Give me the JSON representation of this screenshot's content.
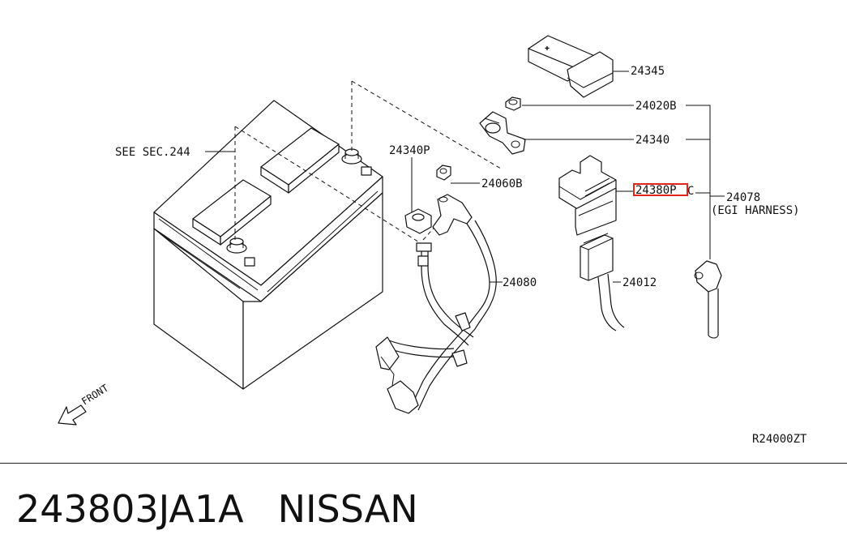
{
  "diagram": {
    "labels": {
      "see_sec": "SEE SEC.244",
      "p24340P": "24340P",
      "p24060B": "24060B",
      "p24345": "24345",
      "p24020B": "24020B",
      "p24340": "24340",
      "p24380P": "24380P",
      "p24380P_suffix": "C",
      "p24078": "24078",
      "egi_harness": "(EGI HARNESS)",
      "p24080": "24080",
      "p24012": "24012",
      "front": "FRONT",
      "ref_code": "R24000ZT"
    },
    "highlight_color": "#e0261d"
  },
  "footer": {
    "part_number": "243803JA1A",
    "brand": "NISSAN"
  }
}
